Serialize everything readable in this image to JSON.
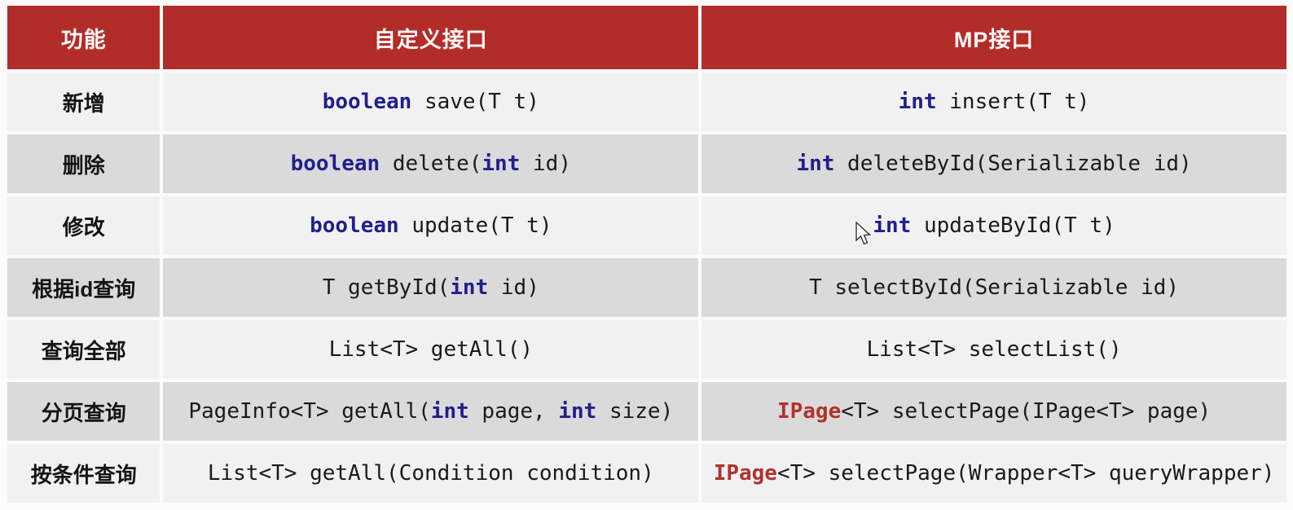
{
  "colors": {
    "header_bg": "#b22d2a",
    "header_text": "#fdf6f3",
    "row_light": "#f2f1f1",
    "row_dark": "#dbdada",
    "keyword_blue": "#1f1f8f",
    "keyword_red": "#b0322e",
    "code_text": "#1a1a1a"
  },
  "table": {
    "columns": [
      {
        "label": "功能"
      },
      {
        "label": "自定义接口"
      },
      {
        "label": "MP接口"
      }
    ],
    "rows": [
      {
        "feature": "新增",
        "custom": [
          {
            "text": "boolean",
            "style": "kw-blue"
          },
          {
            "text": " save(T t)",
            "style": "plain"
          }
        ],
        "mp": [
          {
            "text": "int",
            "style": "kw-blue"
          },
          {
            "text": " insert(T t)",
            "style": "plain"
          }
        ]
      },
      {
        "feature": "删除",
        "custom": [
          {
            "text": "boolean",
            "style": "kw-blue"
          },
          {
            "text": " delete(",
            "style": "plain"
          },
          {
            "text": "int",
            "style": "kw-blue"
          },
          {
            "text": " id)",
            "style": "plain"
          }
        ],
        "mp": [
          {
            "text": "int",
            "style": "kw-blue"
          },
          {
            "text": " deleteById(Serializable id)",
            "style": "plain"
          }
        ]
      },
      {
        "feature": "修改",
        "custom": [
          {
            "text": "boolean",
            "style": "kw-blue"
          },
          {
            "text": " update(T t)",
            "style": "plain"
          }
        ],
        "mp": [
          {
            "text": "int",
            "style": "kw-blue"
          },
          {
            "text": " updateById(T t)",
            "style": "plain"
          }
        ]
      },
      {
        "feature": "根据id查询",
        "custom": [
          {
            "text": "T getById(",
            "style": "plain"
          },
          {
            "text": "int",
            "style": "kw-blue"
          },
          {
            "text": " id)",
            "style": "plain"
          }
        ],
        "mp": [
          {
            "text": "T selectById(Serializable id)",
            "style": "plain"
          }
        ]
      },
      {
        "feature": "查询全部",
        "custom": [
          {
            "text": "List<T> getAll()",
            "style": "plain"
          }
        ],
        "mp": [
          {
            "text": "List<T> selectList()",
            "style": "plain"
          }
        ]
      },
      {
        "feature": "分页查询",
        "custom": [
          {
            "text": "PageInfo<T> getAll(",
            "style": "plain"
          },
          {
            "text": "int",
            "style": "kw-blue"
          },
          {
            "text": " page, ",
            "style": "plain"
          },
          {
            "text": "int",
            "style": "kw-blue"
          },
          {
            "text": " size)",
            "style": "plain"
          }
        ],
        "mp": [
          {
            "text": "IPage",
            "style": "kw-red"
          },
          {
            "text": "<T> selectPage(IPage<T> page)",
            "style": "plain"
          }
        ]
      },
      {
        "feature": "按条件查询",
        "custom": [
          {
            "text": "List<T> getAll(Condition condition)",
            "style": "plain"
          }
        ],
        "mp": [
          {
            "text": "IPage",
            "style": "kw-red"
          },
          {
            "text": "<T> selectPage(Wrapper<T> queryWrapper)",
            "style": "plain"
          }
        ]
      }
    ]
  },
  "cursor": {
    "visible": true,
    "shape": "arrow-pointer"
  }
}
